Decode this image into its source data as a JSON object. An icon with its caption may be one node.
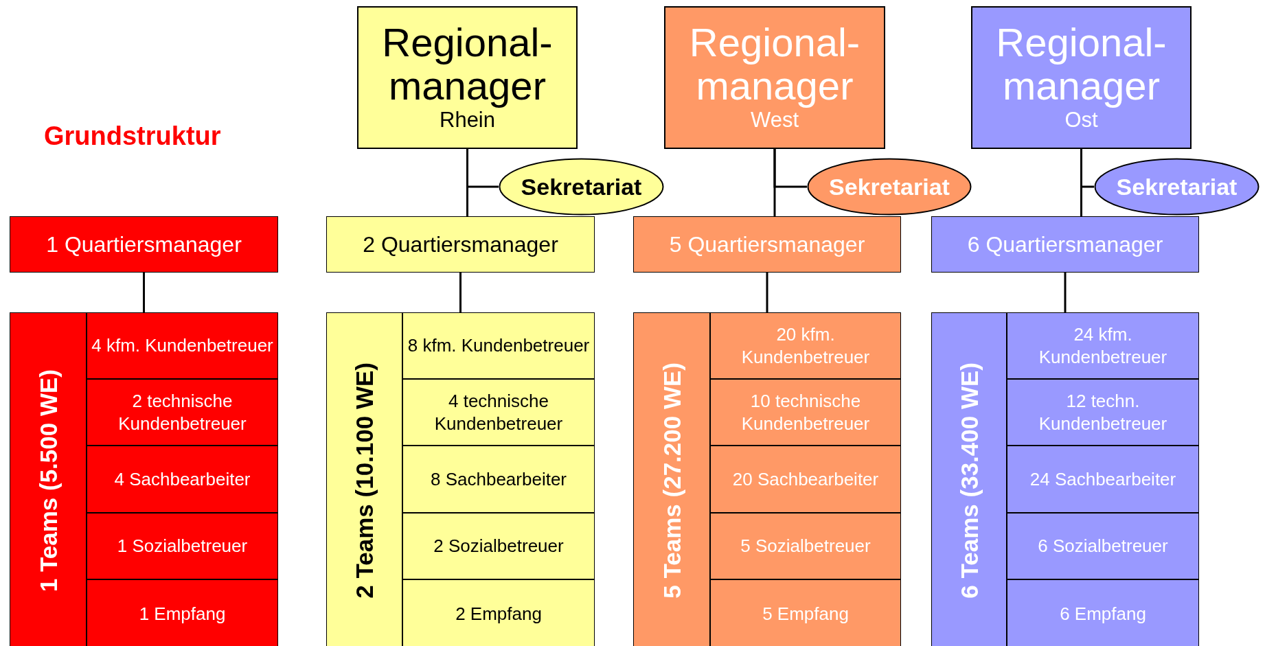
{
  "diagram": {
    "nodes": [
      {
        "text": [
          "1 Quartiersmanager"
        ]
      },
      {
        "text": [
          "1 Teams (5.500 WE)"
        ]
      },
      {
        "text": [
          "4 kfm. Kundenbetreuer"
        ]
      },
      {
        "text": [
          "2 technische Kundenbetreuer"
        ]
      },
      {
        "text": [
          "4 Sachbearbeiter"
        ]
      },
      {
        "text": [
          "1 Sozialbetreuer"
        ]
      },
      {
        "text": [
          "1 Empfang"
        ]
      },
      {
        "text": [
          "Regional- manager",
          "Rhein"
        ]
      },
      {
        "text": [
          "Sekretariat"
        ]
      },
      {
        "text": [
          "2 Quartiersmanager"
        ]
      },
      {
        "text": [
          "2 Teams (10.100 WE)"
        ]
      },
      {
        "text": [
          "8 kfm. Kundenbetreuer"
        ]
      },
      {
        "text": [
          "4 technische Kundenbetreuer"
        ]
      },
      {
        "text": [
          "8 Sachbearbeiter"
        ]
      },
      {
        "text": [
          "2 Sozialbetreuer"
        ]
      },
      {
        "text": [
          "2 Empfang"
        ]
      },
      {
        "text": [
          "Regional- manager",
          "West"
        ]
      },
      {
        "text": [
          "Sekretariat"
        ]
      },
      {
        "text": [
          "5 Quartiersmanager"
        ]
      },
      {
        "text": [
          "5 Teams (27.200 WE)"
        ]
      },
      {
        "text": [
          "20 kfm. Kundenbetreuer"
        ]
      },
      {
        "text": [
          "10 technische Kundenbetreuer"
        ]
      },
      {
        "text": [
          "20 Sachbearbeiter"
        ]
      },
      {
        "text": [
          "5 Sozialbetreuer"
        ]
      },
      {
        "text": [
          "5 Empfang"
        ]
      },
      {
        "text": [
          "Regional- manager",
          "Ost"
        ]
      },
      {
        "text": [
          "Sekretariat"
        ]
      },
      {
        "text": [
          "6 Quartiersmanager"
        ]
      },
      {
        "text": [
          "6 Teams (33.400 WE)"
        ]
      },
      {
        "text": [
          "24 kfm. Kundenbetreuer"
        ]
      },
      {
        "text": [
          "12 techn. Kundenbetreuer"
        ]
      },
      {
        "text": [
          "24 Sachbearbeiter"
        ]
      },
      {
        "text": [
          "6 Sozialbetreuer"
        ]
      },
      {
        "text": [
          "6 Empfang"
        ]
      }
    ],
    "edges": [
      {
        "from": 7,
        "to": 8,
        "arrow": "none"
      },
      {
        "from": 7,
        "to": 9,
        "arrow": "none"
      },
      {
        "from": 16,
        "to": 17,
        "arrow": "none"
      },
      {
        "from": 16,
        "to": 18,
        "arrow": "none"
      },
      {
        "from": 25,
        "to": 26,
        "arrow": "none"
      },
      {
        "from": 25,
        "to": 27,
        "arrow": "none"
      },
      {
        "from": 0,
        "to": 2,
        "arrow": "none"
      },
      {
        "from": 9,
        "to": 11,
        "arrow": "none"
      },
      {
        "from": 18,
        "to": 20,
        "arrow": "none"
      },
      {
        "from": 27,
        "to": 29,
        "arrow": "none"
      }
    ],
    "labels": [
      "Grundstruktur"
    ]
  }
}
